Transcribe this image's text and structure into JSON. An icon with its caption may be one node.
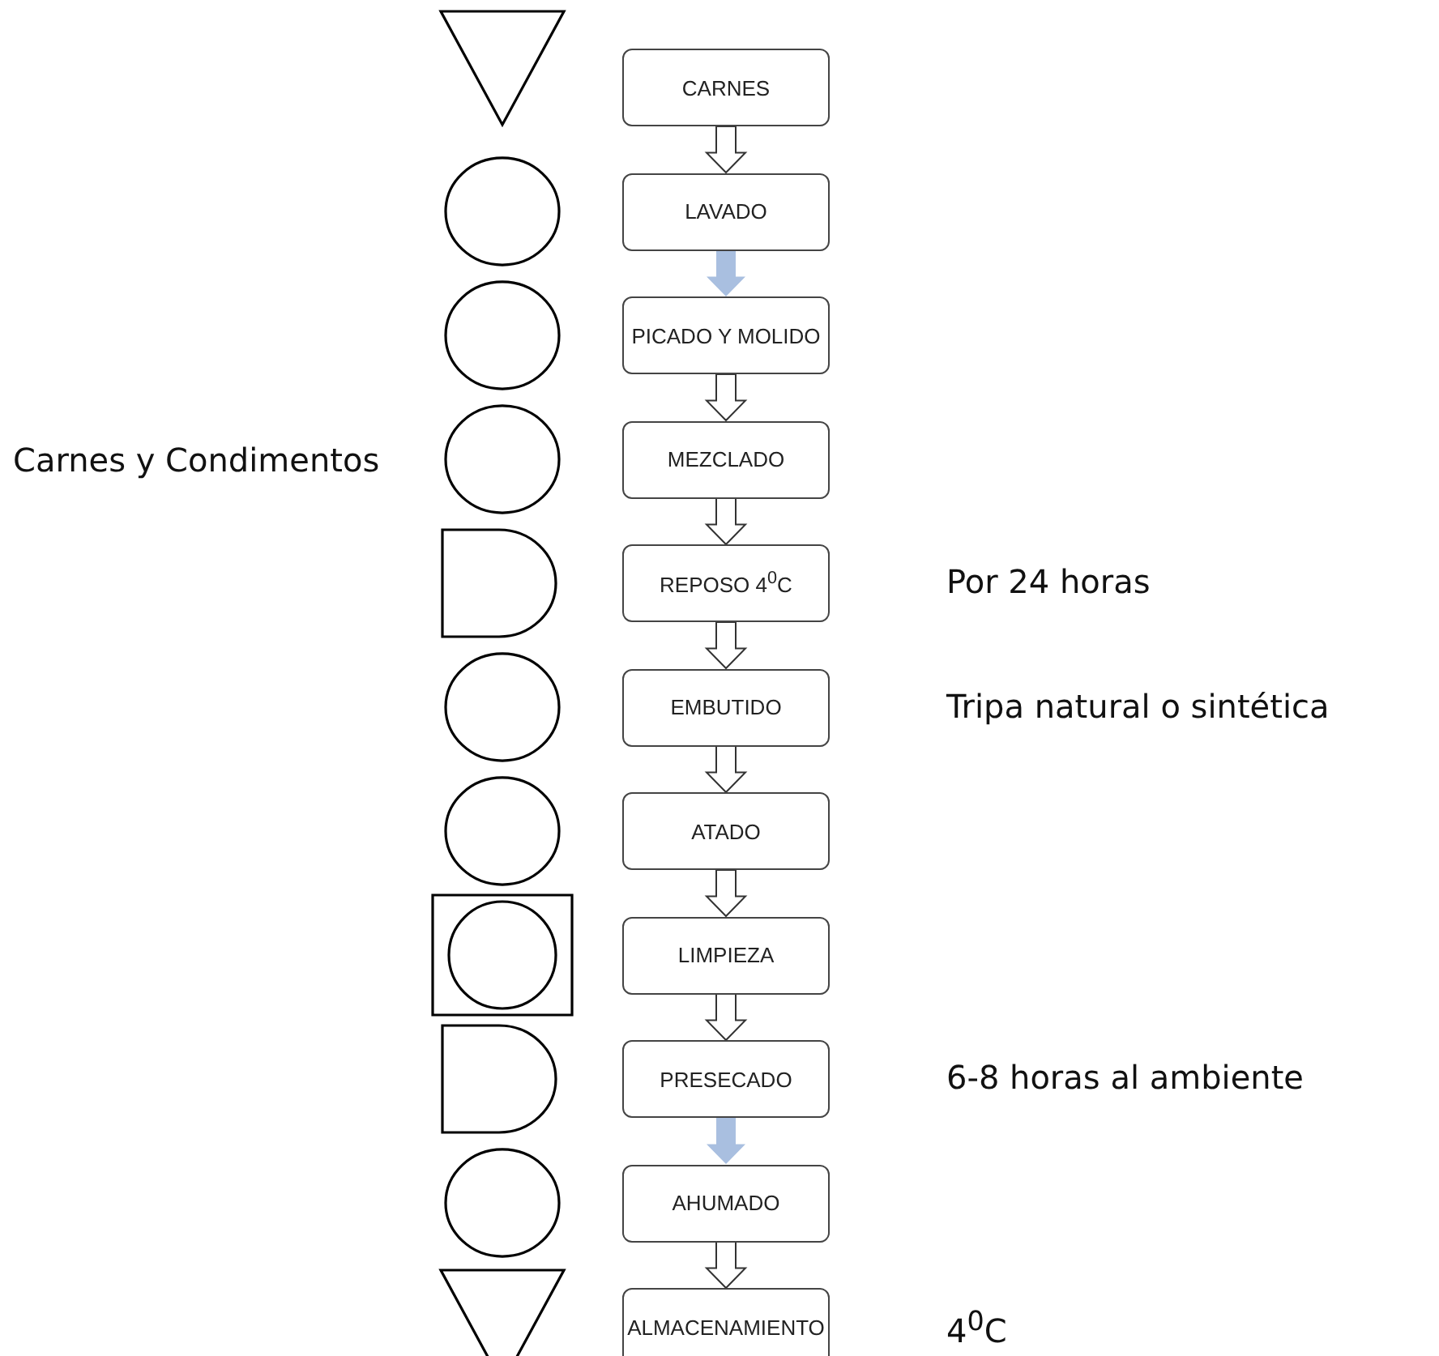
{
  "diagram": {
    "nodes": [
      {
        "text": [
          "CARNES"
        ]
      },
      {
        "text": [
          "LAVADO"
        ]
      },
      {
        "text": [
          "PICADO Y MOLIDO"
        ]
      },
      {
        "text": [
          "MEZCLADO"
        ]
      },
      {
        "text": [
          "REPOSO 4$^{0}$C"
        ],
        "beside": [
          "Por 24 horas"
        ]
      },
      {
        "text": [
          "EMBUTIDO"
        ],
        "beside": [
          "Tripa natural o sintética"
        ]
      },
      {
        "text": [
          "ATADO"
        ]
      },
      {
        "text": [
          "LIMPIEZA"
        ]
      },
      {
        "text": [
          "PRESECADO"
        ],
        "beside": [
          "6-8 horas al ambiente"
        ]
      },
      {
        "text": [
          "AHUMADO"
        ]
      },
      {
        "text": [
          "ALMACENAMIENTO"
        ],
        "beside": [
          "4$^{0}$C"
        ]
      },
      {
        "text": [],
        "shape": "triangle"
      },
      {
        "text": [],
        "shape": "circle"
      },
      {
        "text": [],
        "shape": "circle"
      },
      {
        "text": [],
        "shape": "circle"
      },
      {
        "text": [],
        "shape": "delay"
      },
      {
        "text": [],
        "shape": "circle"
      },
      {
        "text": [],
        "shape": "circle"
      },
      {
        "text": [],
        "shape": "combined"
      },
      {
        "text": [],
        "shape": "delay"
      },
      {
        "text": [],
        "shape": "circle"
      },
      {
        "text": [],
        "shape": "triangle"
      }
    ],
    "edges": [
      {
        "from": 0,
        "to": 1,
        "arrow": "to"
      },
      {
        "from": 1,
        "to": 2,
        "arrow": "to",
        "color": "#a9bfe0"
      },
      {
        "from": 2,
        "to": 3,
        "arrow": "to"
      },
      {
        "from": 3,
        "to": 4,
        "arrow": "to"
      },
      {
        "from": 4,
        "to": 5,
        "arrow": "to"
      },
      {
        "from": 5,
        "to": 6,
        "arrow": "to"
      },
      {
        "from": 6,
        "to": 7,
        "arrow": "to"
      },
      {
        "from": 7,
        "to": 8,
        "arrow": "to"
      },
      {
        "from": 8,
        "to": 9,
        "arrow": "to",
        "color": "#a9bfe0"
      },
      {
        "from": 9,
        "to": 10,
        "arrow": "to"
      }
    ],
    "labels": [
      "Carnes y Condimentos"
    ]
  }
}
